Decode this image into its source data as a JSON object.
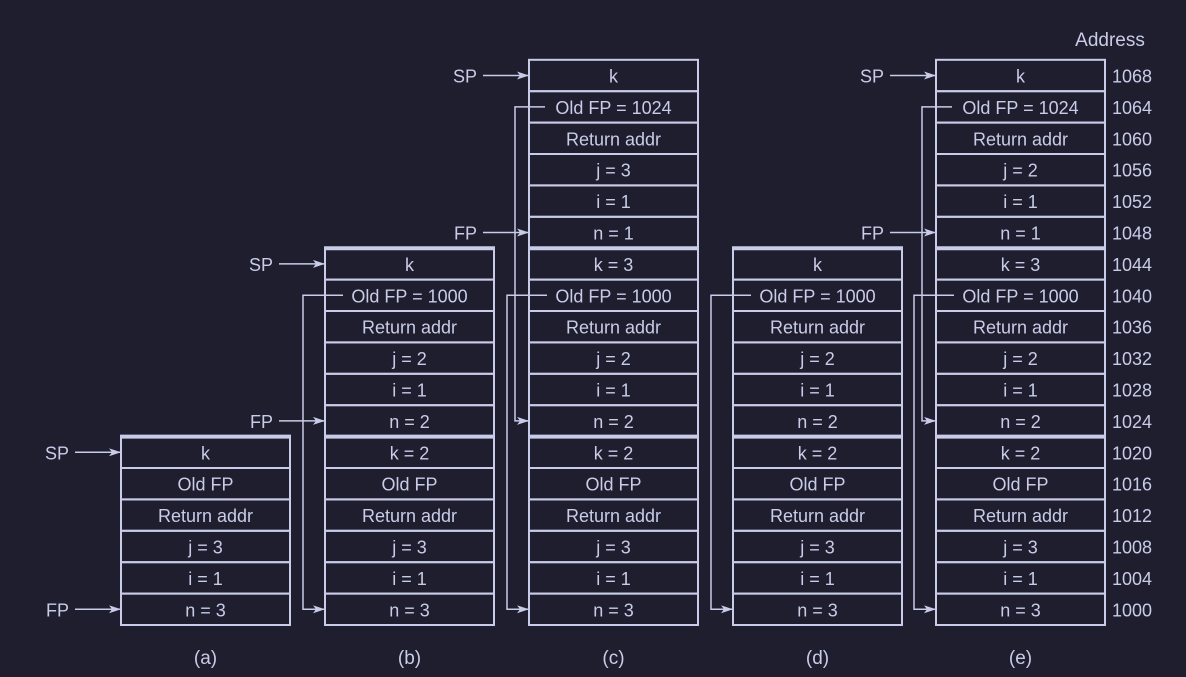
{
  "address_header": "Address",
  "addresses": [
    "1000",
    "1004",
    "1008",
    "1012",
    "1016",
    "1020",
    "1024",
    "1028",
    "1032",
    "1036",
    "1040",
    "1044",
    "1048",
    "1052",
    "1056",
    "1060",
    "1064",
    "1068"
  ],
  "colors": {
    "background": "#1e1e2e",
    "line": "#c8cce8",
    "text": "#c8cce8"
  },
  "columns": [
    {
      "caption": "(a)",
      "cells": [
        "n = 3",
        "i = 1",
        "j = 3",
        "Return addr",
        "Old FP",
        "k"
      ],
      "frame_starts": [
        0
      ],
      "sp_label": "SP",
      "sp_row": 5,
      "fp_label": "FP",
      "fp_row": 0,
      "links": []
    },
    {
      "caption": "(b)",
      "cells": [
        "n = 3",
        "i = 1",
        "j = 3",
        "Return addr",
        "Old FP",
        "k = 2",
        "n = 2",
        "i = 1",
        "j = 2",
        "Return addr",
        "Old FP = 1000",
        "k"
      ],
      "frame_starts": [
        0,
        6
      ],
      "sp_label": "SP",
      "sp_row": 11,
      "fp_label": "FP",
      "fp_row": 6,
      "links": [
        {
          "from_row": 10,
          "to_row": 0
        }
      ]
    },
    {
      "caption": "(c)",
      "cells": [
        "n = 3",
        "i = 1",
        "j = 3",
        "Return addr",
        "Old FP",
        "k = 2",
        "n = 2",
        "i = 1",
        "j = 2",
        "Return addr",
        "Old FP = 1000",
        "k = 3",
        "n = 1",
        "i = 1",
        "j = 3",
        "Return addr",
        "Old FP = 1024",
        "k"
      ],
      "frame_starts": [
        0,
        6,
        12
      ],
      "sp_label": "SP",
      "sp_row": 17,
      "fp_label": "FP",
      "fp_row": 12,
      "links": [
        {
          "from_row": 10,
          "to_row": 0
        },
        {
          "from_row": 16,
          "to_row": 6
        }
      ]
    },
    {
      "caption": "(d)",
      "cells": [
        "n = 3",
        "i = 1",
        "j = 3",
        "Return addr",
        "Old FP",
        "k = 2",
        "n = 2",
        "i = 1",
        "j = 2",
        "Return addr",
        "Old FP = 1000",
        "k"
      ],
      "frame_starts": [
        0,
        6
      ],
      "sp_label": "",
      "sp_row": null,
      "fp_label": "",
      "fp_row": null,
      "links": [
        {
          "from_row": 10,
          "to_row": 0
        }
      ]
    },
    {
      "caption": "(e)",
      "cells": [
        "n = 3",
        "i = 1",
        "j = 3",
        "Return addr",
        "Old FP",
        "k = 2",
        "n = 2",
        "i = 1",
        "j = 2",
        "Return addr",
        "Old FP = 1000",
        "k = 3",
        "n = 1",
        "i = 1",
        "j = 2",
        "Return addr",
        "Old FP = 1024",
        "k"
      ],
      "frame_starts": [
        0,
        6,
        12
      ],
      "sp_label": "SP",
      "sp_row": 17,
      "fp_label": "FP",
      "fp_row": 12,
      "links": [
        {
          "from_row": 10,
          "to_row": 0
        },
        {
          "from_row": 16,
          "to_row": 6
        }
      ]
    }
  ]
}
